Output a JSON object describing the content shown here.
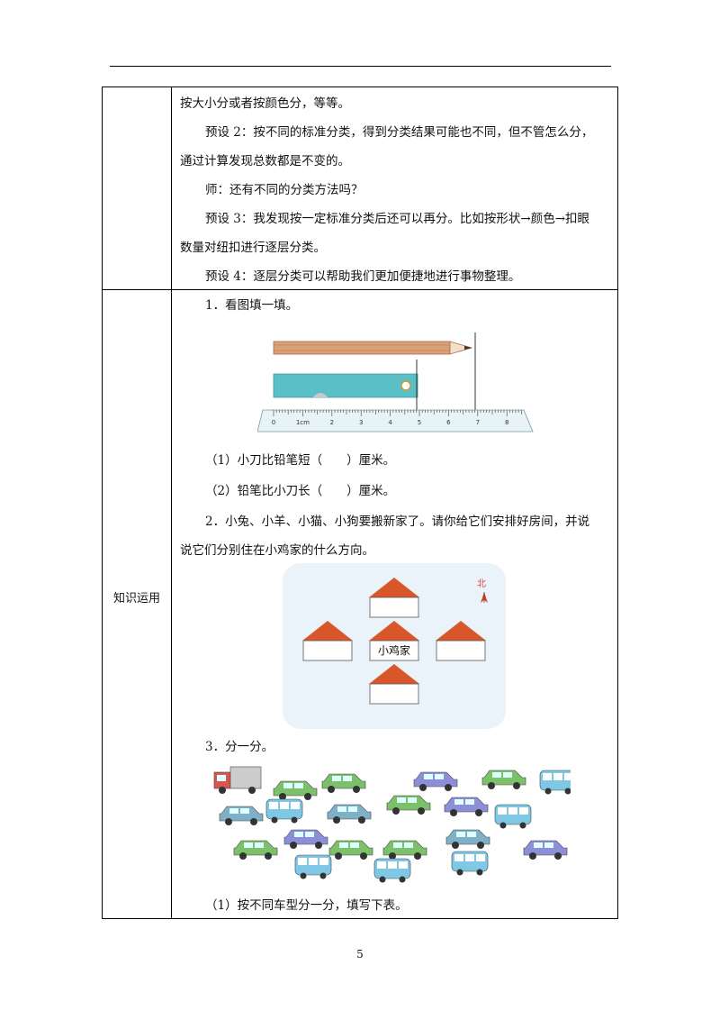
{
  "page": {
    "number": "5"
  },
  "table": {
    "left_label": "知识运用",
    "upper": [
      "按大小分或者按颜色分，等等。",
      "预设 2：按不同的标准分类，得到分类结果可能也不同，但不管怎么分，",
      "通过计算发现总数都是不变的。",
      "师：还有不同的分类方法吗？",
      "预设 3：我发现按一定标准分类后还可以再分。比如按形状→颜色→扣眼",
      "数量对纽扣进行逐层分类。",
      "预设 4：逐层分类可以帮助我们更加便捷地进行事物整理。"
    ],
    "q1": {
      "title": "1．看图填一填。",
      "ruler_ticks": [
        "0",
        "1cm",
        "2",
        "3",
        "4",
        "5",
        "6",
        "7",
        "8"
      ],
      "sub1": "（1）小刀比铅笔短（　　）厘米。",
      "sub2": "（2）铅笔比小刀长（　　）厘米。",
      "knife_end_cm": 5,
      "pencil_end_cm": 7
    },
    "q2": {
      "line1": "2．小兔、小羊、小猫、小狗要搬新家了。请你给它们安排好房间，并说",
      "line2": "说它们分别住在小鸡家的什么方向。",
      "center_house_label": "小鸡家",
      "north_label": "北"
    },
    "q3": {
      "title": "3．分一分。",
      "sub1": "（1）按不同车型分一分，填写下表。"
    }
  },
  "colors": {
    "pencil": "#d9a07a",
    "knife": "#5bbfc8",
    "ruler": "#e8f3f6",
    "roof": "#d9562a",
    "map_bg": "#eaf3f9",
    "car_green": "#7cc06a",
    "car_blue": "#8c8fd8",
    "bus_blue": "#7ec8e6",
    "truck_red": "#d9534f"
  }
}
